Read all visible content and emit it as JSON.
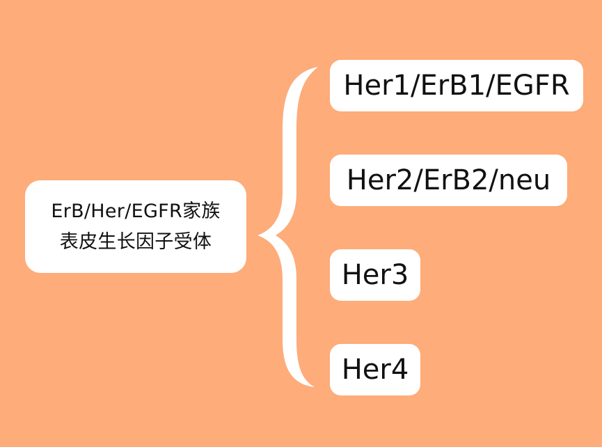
{
  "root": {
    "line1": "ErB/Her/EGFR家族",
    "line2": "表皮生长因子受体"
  },
  "children": [
    {
      "label": "Her1/ErB1/EGFR"
    },
    {
      "label": "Her2/ErB2/neu"
    },
    {
      "label": "Her3"
    },
    {
      "label": "Her4"
    }
  ],
  "colors": {
    "background": "#FDAC7A",
    "box": "#FFFFFF",
    "text": "#111111",
    "brace": "#FFFFFF"
  }
}
